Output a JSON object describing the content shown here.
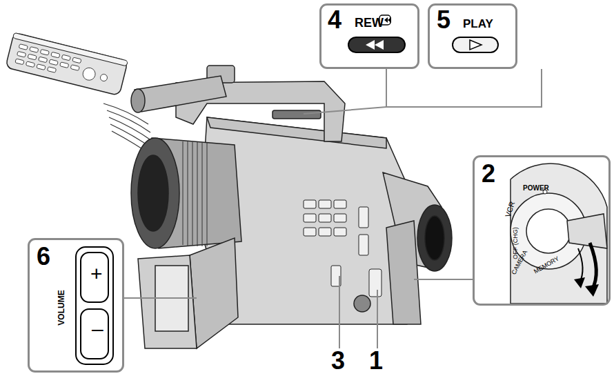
{
  "diagram": {
    "nodes": [
      {
        "text": [
          "4",
          "REW"
        ]
      },
      {
        "text": [
          "5",
          "PLAY"
        ]
      },
      {
        "text": [
          "2",
          "POWER",
          "VCR",
          "OFF (CHG)",
          "CAMERA",
          "MEMORY"
        ]
      },
      {
        "text": [
          "6",
          "VOLUME",
          "+",
          "–"
        ]
      }
    ],
    "labels": [
      "3",
      "1"
    ]
  }
}
